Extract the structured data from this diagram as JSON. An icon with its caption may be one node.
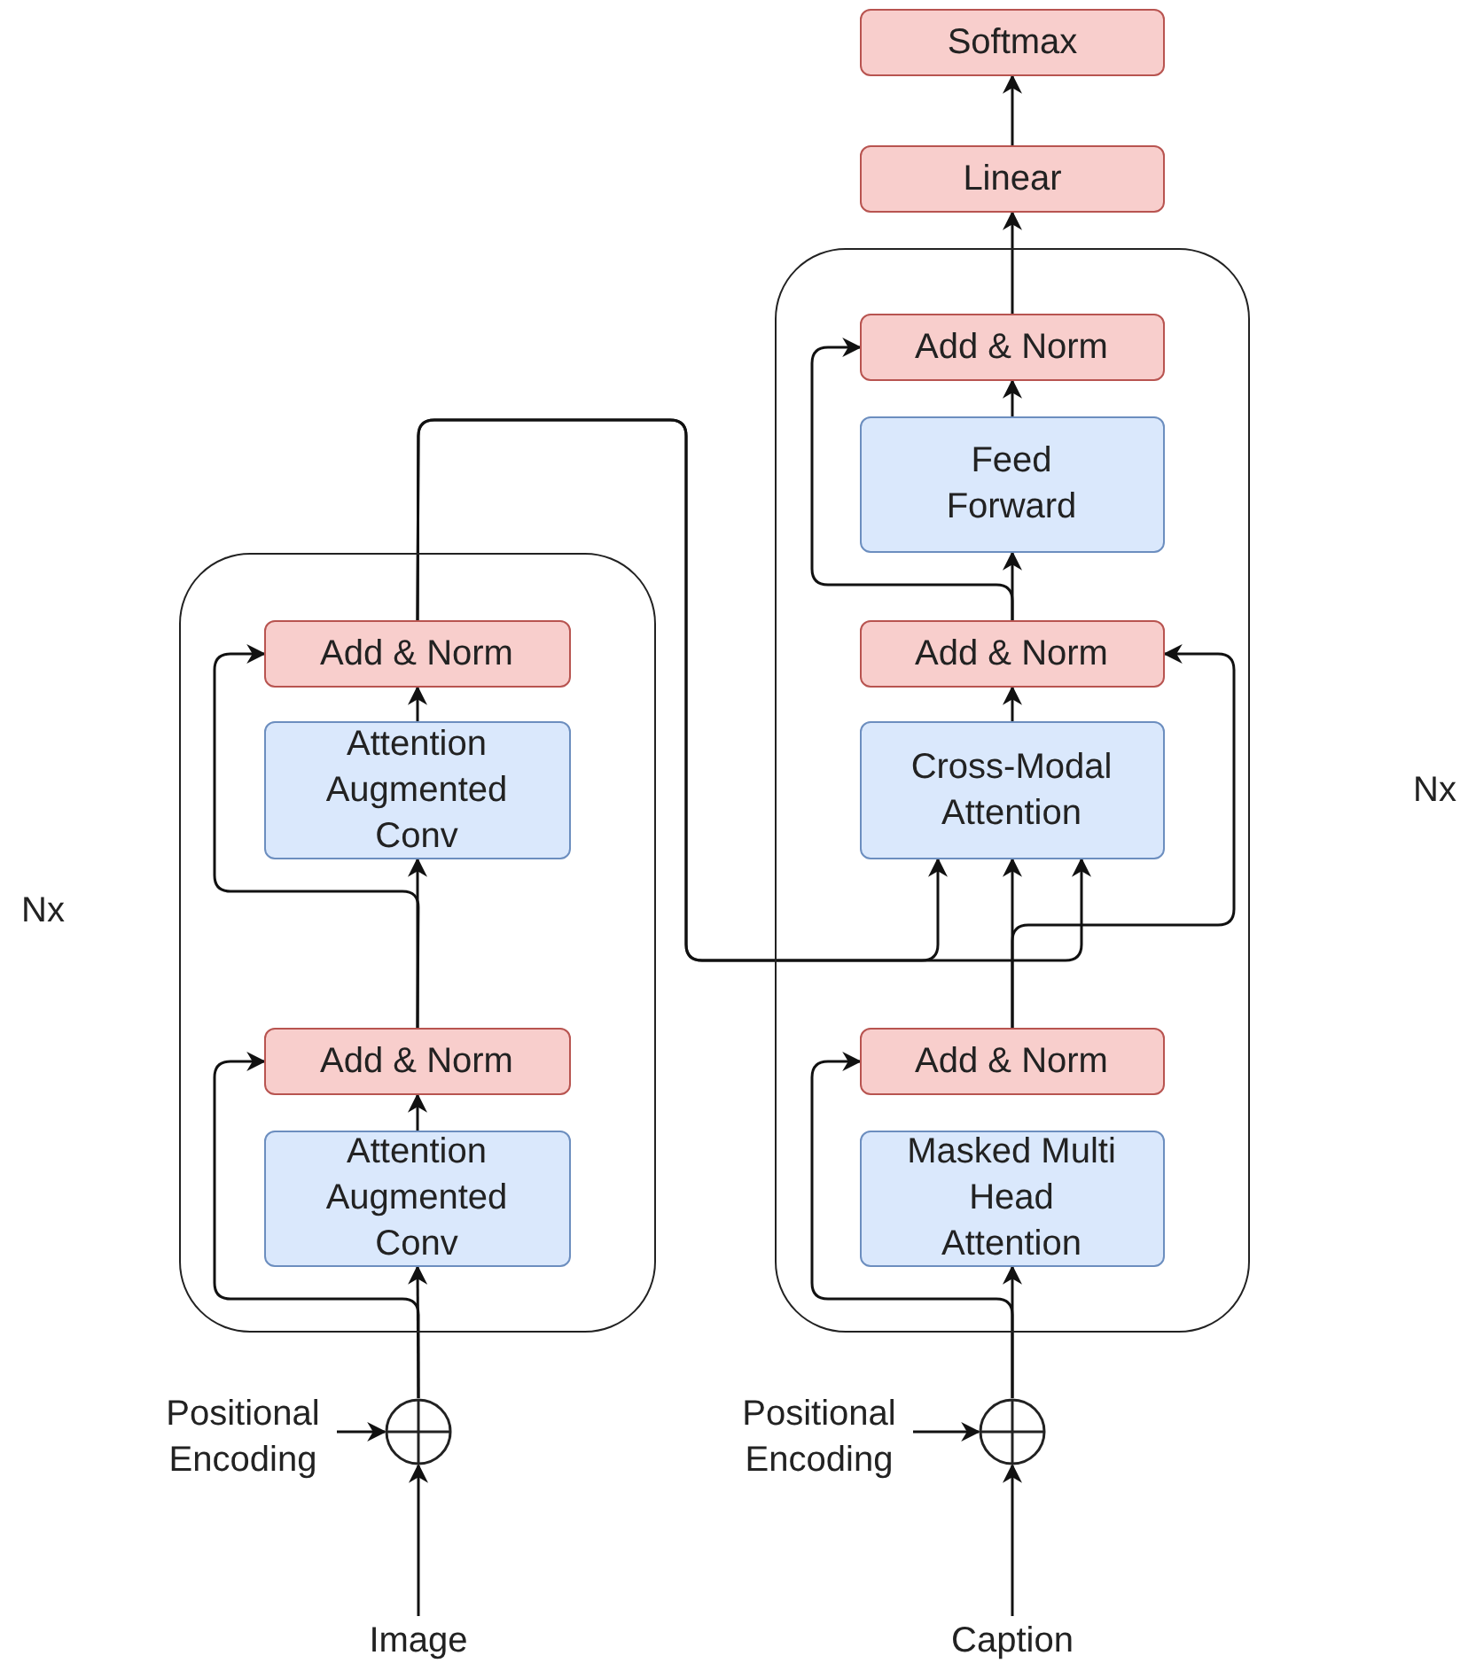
{
  "diagram": {
    "nodes": [
      {
        "text": [],
        "shape": "box"
      },
      {
        "text": [
          "Add & Norm"
        ],
        "in": 0
      },
      {
        "text": [
          "Attention Augmented Conv"
        ],
        "in": 0
      },
      {
        "text": [
          "Add & Norm"
        ],
        "in": 0
      },
      {
        "text": [
          "Attention Augmented Conv"
        ],
        "in": 0
      },
      {
        "text": [],
        "shape": "circle"
      },
      {
        "text": [
          "Positional Encoding"
        ]
      },
      {
        "text": [
          "Image"
        ]
      },
      {
        "text": [
          "Softmax"
        ]
      },
      {
        "text": [
          "Linear"
        ]
      },
      {
        "text": [],
        "shape": "box"
      },
      {
        "text": [
          "Add & Norm"
        ],
        "in": 10
      },
      {
        "text": [
          "Feed Forward"
        ],
        "in": 10
      },
      {
        "text": [
          "Add & Norm"
        ],
        "in": 10
      },
      {
        "text": [
          "Cross-Modal Attention"
        ],
        "in": 10
      },
      {
        "text": [
          "Add & Norm"
        ],
        "in": 10
      },
      {
        "text": [
          "Masked Multi Head Attention"
        ],
        "in": 10
      },
      {
        "text": [],
        "shape": "circle"
      },
      {
        "text": [
          "Positional Encoding"
        ]
      },
      {
        "text": [
          "Caption"
        ]
      }
    ],
    "edges": [
      {
        "from": 7,
        "to": 5,
        "arrow": "to"
      },
      {
        "from": 6,
        "to": 5,
        "arrow": "to"
      },
      {
        "from": 5,
        "to": 4,
        "arrow": "to"
      },
      {
        "from": 5,
        "to": 3,
        "arrow": "to"
      },
      {
        "from": 4,
        "to": 3,
        "arrow": "to"
      },
      {
        "from": 3,
        "to": 2,
        "arrow": "to"
      },
      {
        "from": 3,
        "to": 1,
        "arrow": "to"
      },
      {
        "from": 2,
        "to": 1,
        "arrow": "to"
      },
      {
        "from": 1,
        "to": 14,
        "arrow": "to"
      },
      {
        "from": 1,
        "to": 14,
        "arrow": "to"
      },
      {
        "from": 15,
        "to": 14,
        "arrow": "to"
      },
      {
        "from": 15,
        "to": 13,
        "arrow": "to"
      },
      {
        "from": 14,
        "to": 13,
        "arrow": "to"
      },
      {
        "from": 13,
        "to": 12,
        "arrow": "to"
      },
      {
        "from": 13,
        "to": 11,
        "arrow": "to"
      },
      {
        "from": 12,
        "to": 11,
        "arrow": "to"
      },
      {
        "from": 11,
        "to": 9,
        "arrow": "to"
      },
      {
        "from": 9,
        "to": 8,
        "arrow": "to"
      },
      {
        "from": 19,
        "to": 17,
        "arrow": "to"
      },
      {
        "from": 18,
        "to": 17,
        "arrow": "to"
      },
      {
        "from": 17,
        "to": 16,
        "arrow": "to"
      },
      {
        "from": 17,
        "to": 15,
        "arrow": "to"
      }
    ],
    "labels": [
      "Nx",
      "Nx"
    ]
  }
}
